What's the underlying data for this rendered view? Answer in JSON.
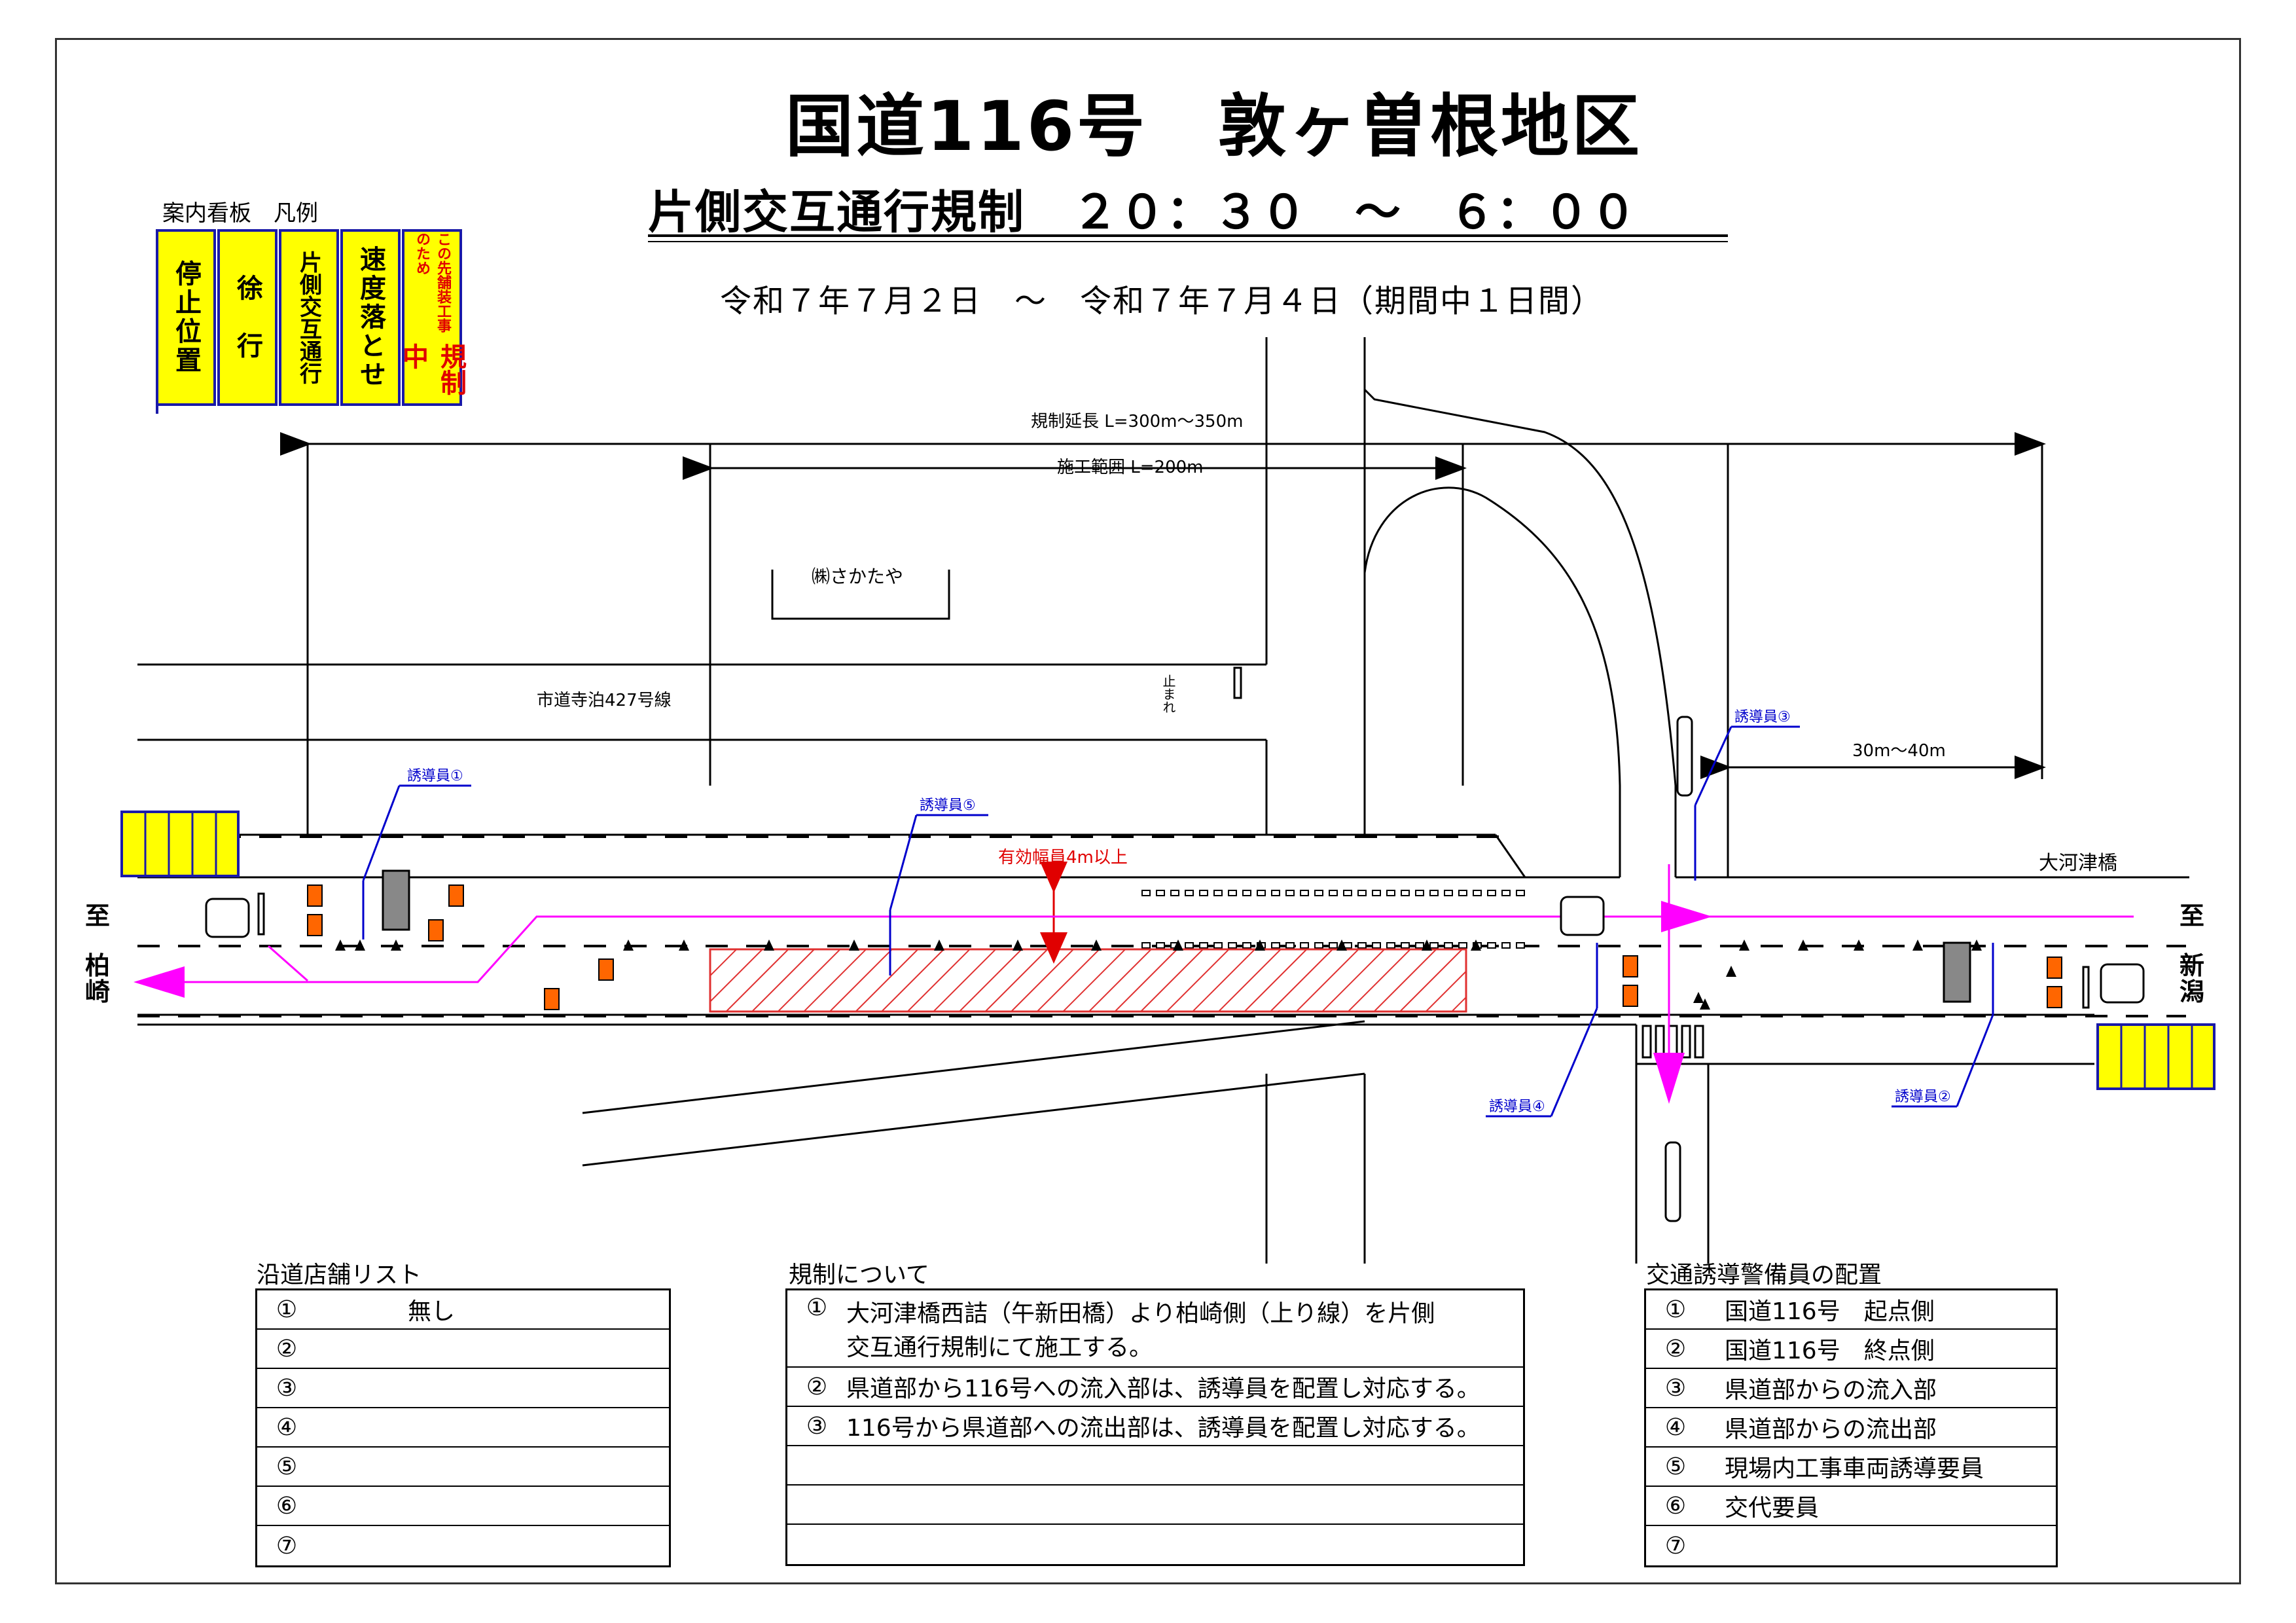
{
  "title": "国道116号　敦ヶ曽根地区",
  "subtitle": "片側交互通行規制　２０：３０　～　６：００",
  "period": "令和７年７月２日　～　令和７年７月４日（期間中１日間）",
  "legend": {
    "title": "案内看板　凡例",
    "signs": [
      "停止位置",
      "徐　行",
      "片側交互通行",
      "速度落とせ"
    ],
    "warning_small": "この先舗装工事のため",
    "warning_big": "規制中"
  },
  "map": {
    "regulation_length": "規制延長 L=300m～350m",
    "construction_range": "施工範囲 L=200m",
    "store_label": "㈱さかたや",
    "stop_text": "止まれ",
    "city_road": "市道寺泊427号線",
    "effective_width": "有効幅員4m以上",
    "distance": "30m～40m",
    "bridge": "大河津橋",
    "dest_left": [
      "至",
      "柏",
      "崎"
    ],
    "dest_right": [
      "至",
      "新",
      "潟"
    ],
    "guards": [
      "誘導員①",
      "誘導員②",
      "誘導員③",
      "誘導員④",
      "誘導員⑤"
    ]
  },
  "tables": {
    "stores": {
      "title": "沿道店舗リスト",
      "rows": [
        {
          "num": "①",
          "text": "無し"
        },
        {
          "num": "②",
          "text": ""
        },
        {
          "num": "③",
          "text": ""
        },
        {
          "num": "④",
          "text": ""
        },
        {
          "num": "⑤",
          "text": ""
        },
        {
          "num": "⑥",
          "text": ""
        },
        {
          "num": "⑦",
          "text": ""
        }
      ]
    },
    "regulation": {
      "title": "規制について",
      "rows": [
        {
          "num": "①",
          "text": "大河津橋西詰（午新田橋）より柏崎側（上り線）を片側",
          "text2": "交互通行規制にて施工する。"
        },
        {
          "num": "②",
          "text": "県道部から116号への流入部は、誘導員を配置し対応する。"
        },
        {
          "num": "③",
          "text": "116号から県道部への流出部は、誘導員を配置し対応する。"
        },
        {
          "num": "",
          "text": ""
        },
        {
          "num": "",
          "text": ""
        },
        {
          "num": "",
          "text": ""
        }
      ]
    },
    "guards": {
      "title": "交通誘導警備員の配置",
      "rows": [
        {
          "num": "①",
          "text": "国道116号　起点側"
        },
        {
          "num": "②",
          "text": "国道116号　終点側"
        },
        {
          "num": "③",
          "text": "県道部からの流入部"
        },
        {
          "num": "④",
          "text": "県道部からの流出部"
        },
        {
          "num": "⑤",
          "text": "現場内工事車両誘導要員"
        },
        {
          "num": "⑥",
          "text": "交代要員"
        },
        {
          "num": "⑦",
          "text": ""
        }
      ]
    }
  },
  "colors": {
    "sign_yellow": "#ffff00",
    "sign_blue": "#1a1aa8",
    "flow_magenta": "#ff00ff",
    "hatch_red": "#e03030",
    "guard_blue": "#0000cc"
  }
}
